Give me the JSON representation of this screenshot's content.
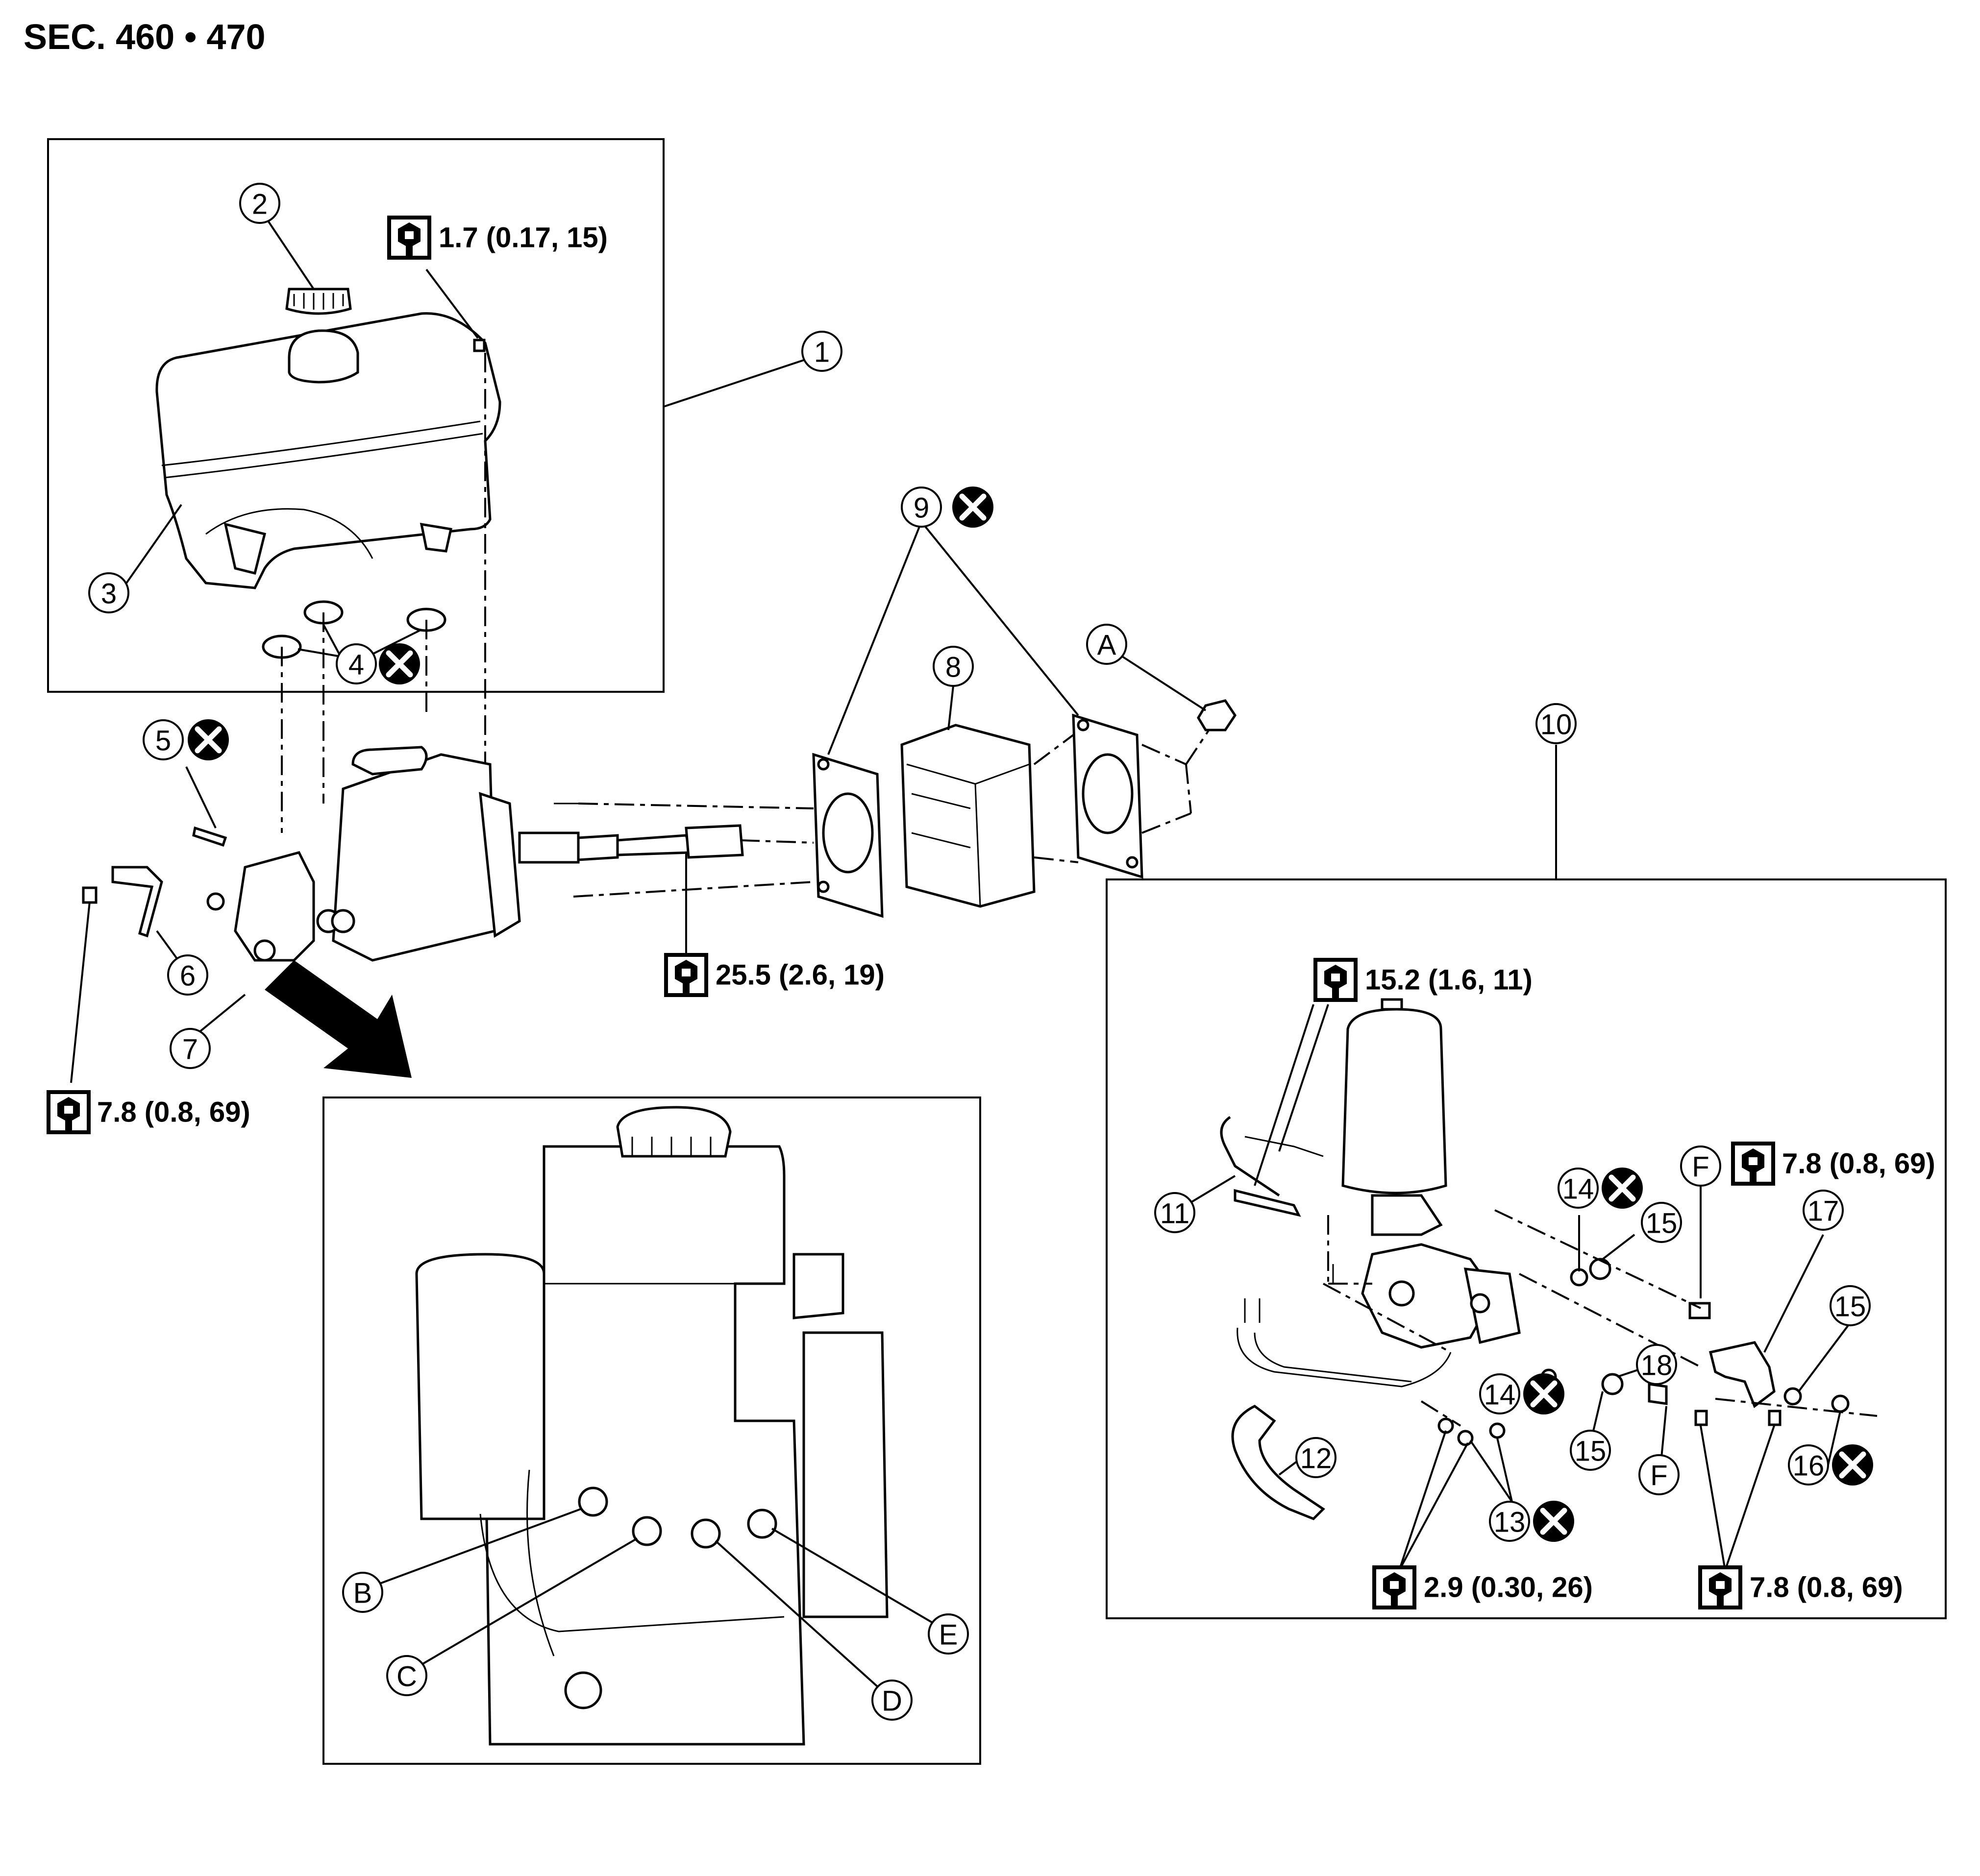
{
  "title": "SEC. 460 • 470",
  "callouts": {
    "c1": "1",
    "c2": "2",
    "c3": "3",
    "c4": "4",
    "c5": "5",
    "c6": "6",
    "c7": "7",
    "c8": "8",
    "c9": "9",
    "c10": "10",
    "c11": "11",
    "c12": "12",
    "c13": "13",
    "c14a": "14",
    "c14b": "14",
    "c15a": "15",
    "c15b": "15",
    "c15c": "15",
    "c16": "16",
    "c17": "17",
    "c18": "18",
    "cA": "A",
    "cB": "B",
    "cC": "C",
    "cD": "D",
    "cE": "E",
    "cFa": "F",
    "cFb": "F"
  },
  "torques": {
    "t1": "1.7 (0.17, 15)",
    "t2": "25.5 (2.6, 19)",
    "t3": "7.8 (0.8, 69)",
    "t4": "15.2 (1.6, 11)",
    "t5": "7.8 (0.8, 69)",
    "t6": "2.9 (0.30, 26)",
    "t7": "7.8 (0.8, 69)"
  },
  "icons": {
    "torque": "torque-wrench-icon",
    "replace": "do-not-reuse-icon"
  }
}
